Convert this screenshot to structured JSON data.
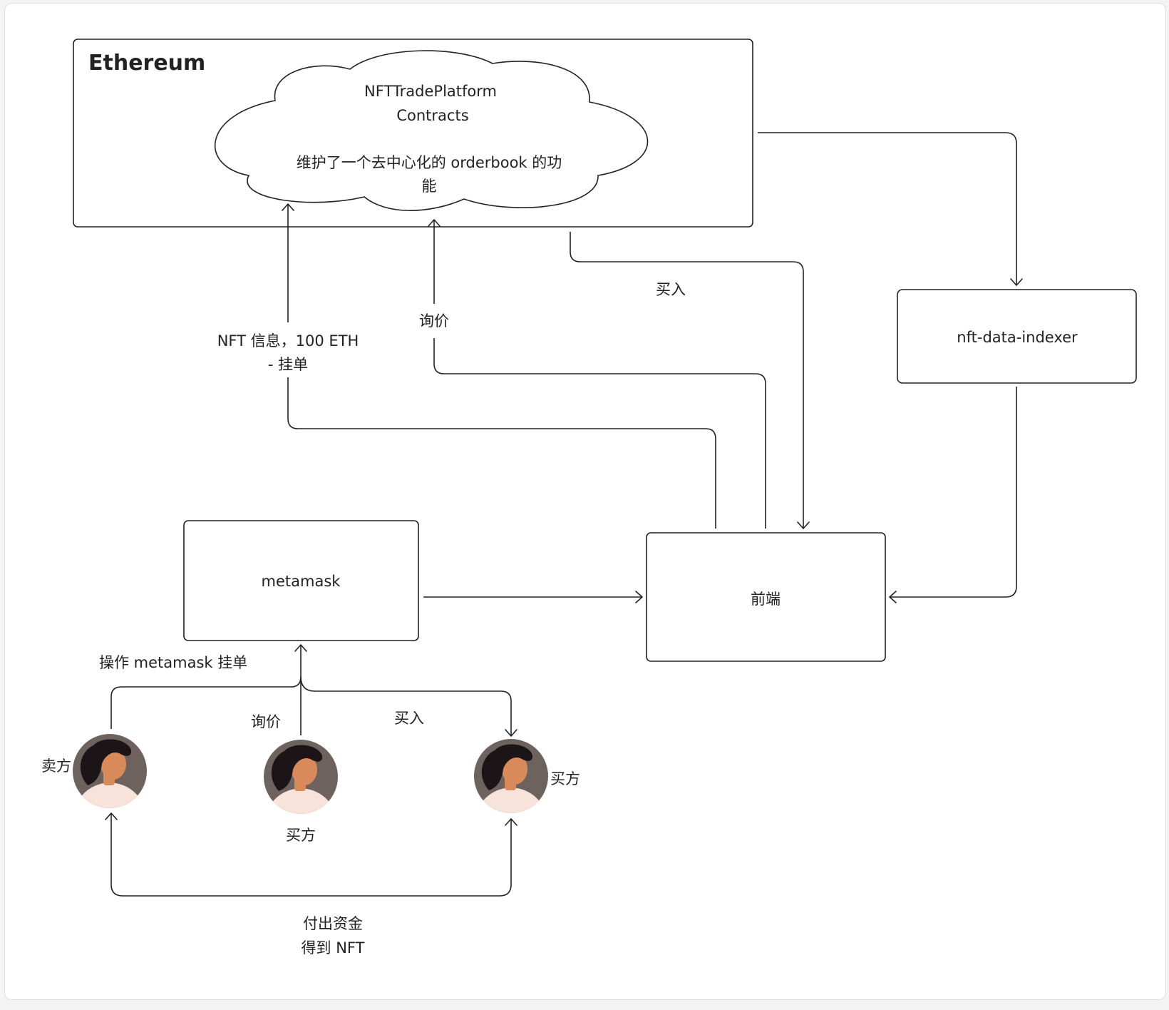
{
  "ethereum": {
    "title": "Ethereum"
  },
  "contract": {
    "line1": "NFTTradePlatform",
    "line2": "Contracts",
    "line3": "维护了一个去中心化的 orderbook 的功",
    "line4": "能"
  },
  "nodes": {
    "indexer": "nft-data-indexer",
    "metamask": "metamask",
    "frontend": "前端"
  },
  "edges": {
    "list_line1": "NFT 信息，100 ETH",
    "list_line2": "- 挂单",
    "query": "询价",
    "buy": "买入",
    "metamask_list": "操作 metamask 挂单",
    "metamask_query": "询价",
    "metamask_buy": "买入",
    "payment_line1": "付出资金",
    "payment_line2": "得到 NFT"
  },
  "people": {
    "seller": "卖方",
    "buyer_center": "买方",
    "buyer_right": "买方"
  },
  "colors": {
    "avatar_bg": "#6e625f",
    "hair": "#1c1517",
    "skin": "#d98a5a",
    "shirt": "#f7e3d9"
  }
}
